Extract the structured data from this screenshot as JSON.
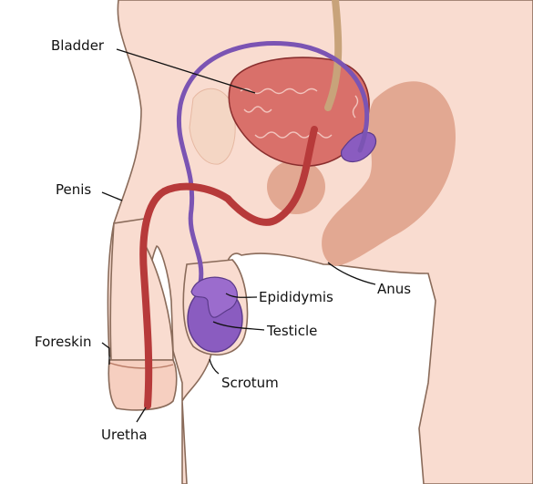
{
  "labels": {
    "bladder": "Bladder",
    "penis": "Penis",
    "foreskin": "Foreskin",
    "uretha": "Uretha",
    "epididymis": "Epididymis",
    "testicle": "Testicle",
    "scrotum": "Scrotum",
    "anus": "Anus"
  },
  "colors": {
    "skin": "#f9dcd0",
    "skin_dark": "#e2a892",
    "bladder": "#d9706a",
    "urethra": "#b73a3a",
    "vas_deferens": "#7b54b3",
    "testicle": "#8a5cc0",
    "tube_beige": "#c8a37a",
    "bone": "#f4d6c4"
  }
}
